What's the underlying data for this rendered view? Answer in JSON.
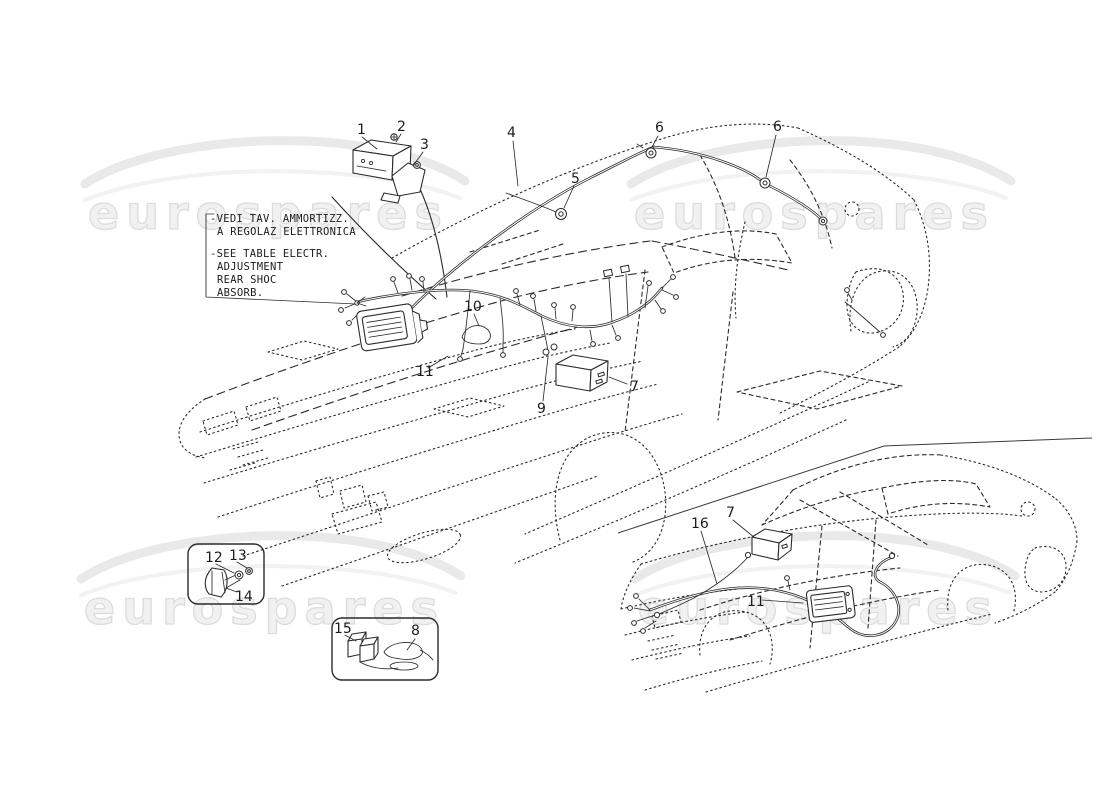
{
  "watermark": {
    "text": "eurospares",
    "color": "#ececec"
  },
  "note_box": {
    "l1": "-VEDI TAV. AMMORTIZZ.",
    "l2": "A REGOLAZ ELETTRONICA",
    "l3": "-SEE TABLE ELECTR.",
    "l4": "ADJUSTMENT",
    "l5": "REAR SHOC",
    "l6": "ABSORB."
  },
  "callouts": {
    "n1": "1",
    "n2": "2",
    "n3": "3",
    "n4": "4",
    "n5": "5",
    "n6a": "6",
    "n6b": "6",
    "n10": "10",
    "n11": "11",
    "n9": "9",
    "n7": "7",
    "n12": "12",
    "n13": "13",
    "n14": "14",
    "n15": "15",
    "n8": "8",
    "n16": "16",
    "n7b": "7",
    "n11b": "11"
  }
}
